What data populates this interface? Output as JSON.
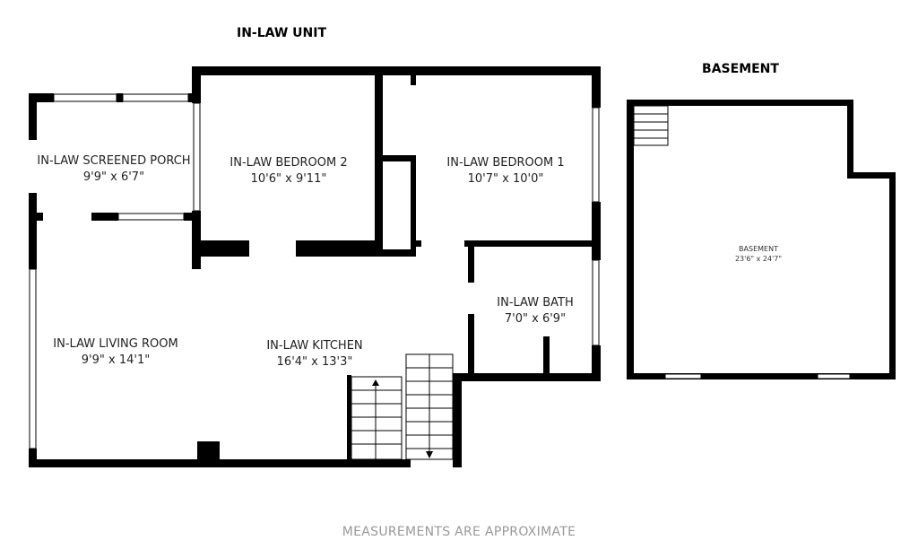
{
  "sections": {
    "inlaw_title": "IN-LAW UNIT",
    "basement_title": "BASEMENT"
  },
  "rooms": [
    {
      "name": "IN-LAW SCREENED PORCH",
      "dims": "9'9\" x 6'7\""
    },
    {
      "name": "IN-LAW BEDROOM 2",
      "dims": "10'6\" x 9'11\""
    },
    {
      "name": "IN-LAW BEDROOM 1",
      "dims": "10'7\" x 10'0\""
    },
    {
      "name": "IN-LAW BATH",
      "dims": "7'0\" x 6'9\""
    },
    {
      "name": "IN-LAW LIVING ROOM",
      "dims": "9'9\" x 14'1\""
    },
    {
      "name": "IN-LAW KITCHEN",
      "dims": "16'4\" x 13'3\""
    },
    {
      "name": "BASEMENT",
      "dims": "23'6\" x 24'7\""
    }
  ],
  "footer": "MEASUREMENTS ARE APPROXIMATE"
}
